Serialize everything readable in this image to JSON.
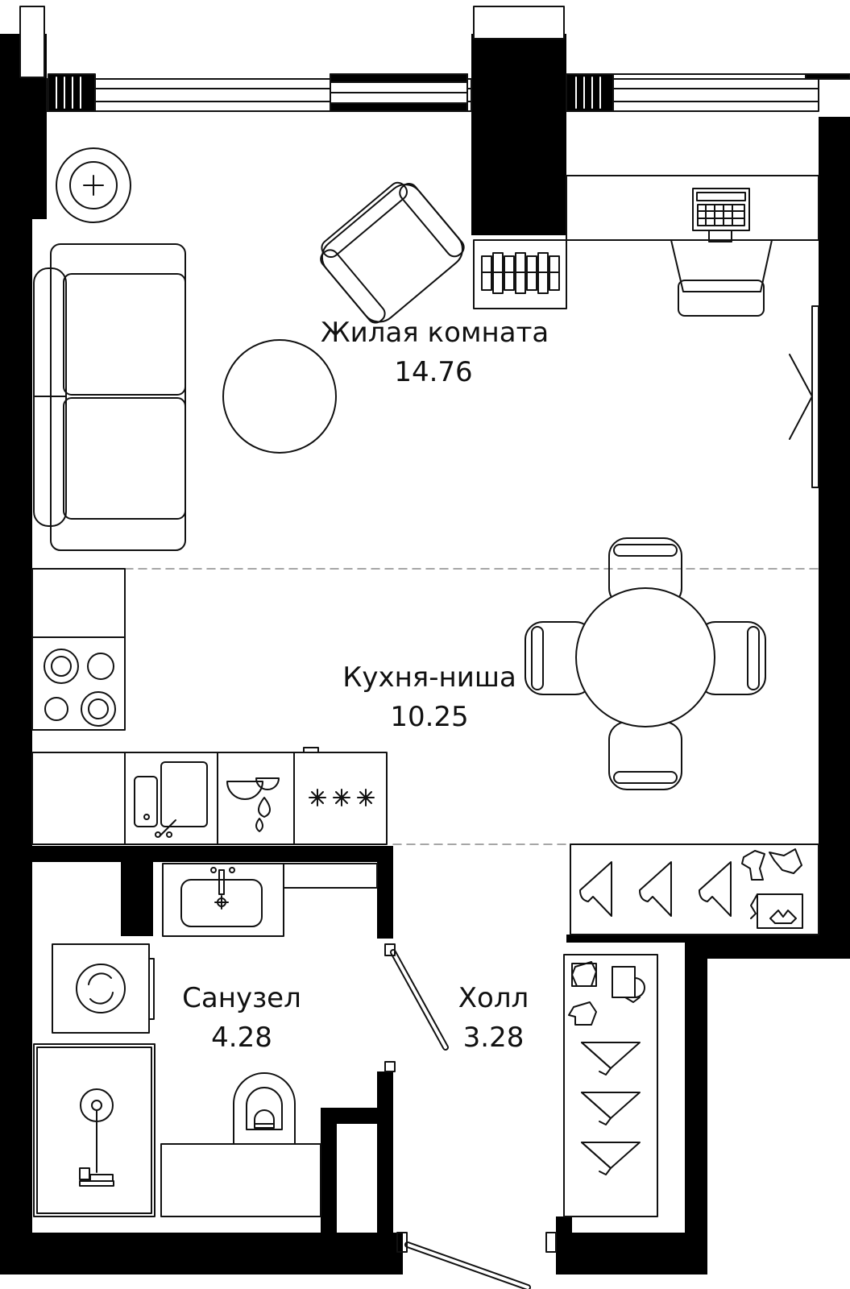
{
  "rooms": [
    {
      "id": "living",
      "name": "Жилая комната",
      "area": "14.76"
    },
    {
      "id": "kitchen",
      "name": "Кухня-ниша",
      "area": "10.25"
    },
    {
      "id": "bathroom",
      "name": "Санузел",
      "area": "4.28"
    },
    {
      "id": "hall",
      "name": "Холл",
      "area": "3.28"
    }
  ],
  "colors": {
    "wall": "#000000",
    "line": "#111111",
    "background": "#ffffff"
  }
}
